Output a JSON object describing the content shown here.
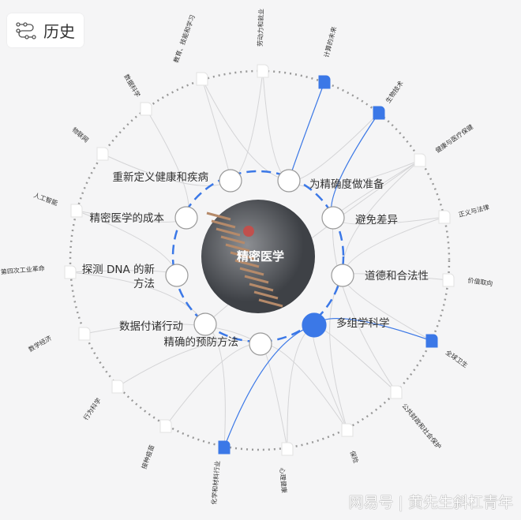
{
  "header": {
    "history_label": "历史",
    "history_icon": "route-icon"
  },
  "center": {
    "label": "精密医学"
  },
  "inner_nodes": [
    {
      "label": "重新定义健康和疾病",
      "highlighted": false
    },
    {
      "label": "为精确度做准备",
      "highlighted": false
    },
    {
      "label": "避免差异",
      "highlighted": false
    },
    {
      "label": "道德和合法性",
      "highlighted": false
    },
    {
      "label": "多组学科学",
      "highlighted": true
    },
    {
      "label": "精确的预防方法",
      "highlighted": false
    },
    {
      "label": "数据付诸行动",
      "highlighted": false
    },
    {
      "label": "探测 DNA 的新方法",
      "highlighted": false
    },
    {
      "label": "精密医学的成本",
      "highlighted": false
    }
  ],
  "outer_nodes": [
    {
      "label": "教育、技能和学习",
      "highlighted": false
    },
    {
      "label": "劳动力和就业",
      "highlighted": false
    },
    {
      "label": "计算的未来",
      "highlighted": true
    },
    {
      "label": "生物技术",
      "highlighted": true
    },
    {
      "label": "健康与医疗保健",
      "highlighted": false
    },
    {
      "label": "正义与法律",
      "highlighted": false
    },
    {
      "label": "价值取向",
      "highlighted": false
    },
    {
      "label": "全球卫生",
      "highlighted": true
    },
    {
      "label": "公共财政和社会保护",
      "highlighted": false
    },
    {
      "label": "保险",
      "highlighted": false
    },
    {
      "label": "心理健康",
      "highlighted": false
    },
    {
      "label": "化学和材料行业",
      "highlighted": true
    },
    {
      "label": "接种疫苗",
      "highlighted": false
    },
    {
      "label": "行为科学",
      "highlighted": false
    },
    {
      "label": "数学经济",
      "highlighted": false
    },
    {
      "label": "第四次工业革命",
      "highlighted": false
    },
    {
      "label": "人工智能",
      "highlighted": false
    },
    {
      "label": "物联网",
      "highlighted": false
    },
    {
      "label": "数据科学",
      "highlighted": false
    }
  ],
  "watermark": "网易号 | 黄先生斜杠青年",
  "colors": {
    "accent": "#3b78e7",
    "link": "#d4d4d6",
    "ring": "#999999",
    "text": "#333333"
  }
}
